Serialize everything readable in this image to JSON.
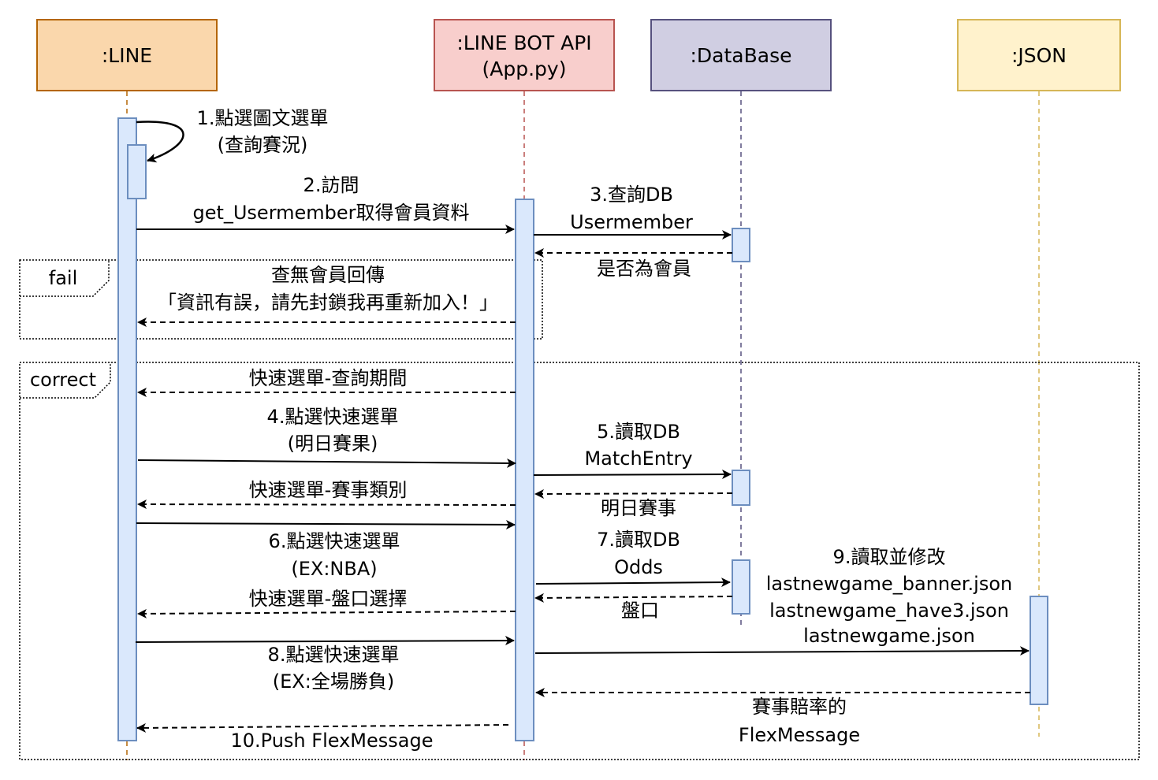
{
  "participants": [
    {
      "id": "line",
      "name": ":LINE",
      "fill": "#fad7ac",
      "stroke": "#b46504"
    },
    {
      "id": "api",
      "name": ":LINE BOT API",
      "name2": "(App.py)",
      "fill": "#f8cecc",
      "stroke": "#b85450"
    },
    {
      "id": "db",
      "name": ":DataBase",
      "fill": "#d0cee2",
      "stroke": "#56517e"
    },
    {
      "id": "json",
      "name": ":JSON",
      "fill": "#fff2cc",
      "stroke": "#d6b656"
    }
  ],
  "fragments": {
    "fail": "fail",
    "correct": "correct"
  },
  "messages": {
    "m1": [
      "1.點選圖文選單",
      "(查詢賽況)"
    ],
    "m2": [
      "2.訪問",
      "get_Usermember取得會員資料"
    ],
    "m3": [
      "3.查詢DB",
      "Usermember"
    ],
    "m3r": "是否為會員",
    "mfail": [
      "查無會員回傳",
      "「資訊有誤，請先封鎖我再重新加入！」"
    ],
    "mq1": "快速選單-查詢期間",
    "m4": [
      "4.點選快速選單",
      "(明日賽果)"
    ],
    "m5": [
      "5.讀取DB",
      "MatchEntry"
    ],
    "mq2": "快速選單-賽事類別",
    "m5r": "明日賽事",
    "m6": [
      "6.點選快速選單",
      "(EX:NBA)"
    ],
    "m7": [
      "7.讀取DB",
      "Odds"
    ],
    "m9": [
      "9.讀取並修改",
      "lastnewgame_banner.json",
      "lastnewgame_have3.json",
      "lastnewgame.json"
    ],
    "mq3": "快速選單-盤口選擇",
    "m7r": "盤口",
    "m8": [
      "8.點選快速選單",
      "(EX:全場勝負)"
    ],
    "m9r": [
      "賽事賠率的",
      "FlexMessage"
    ],
    "m10": "10.Push FlexMessage"
  },
  "colors": {
    "activation_fill": "#dae8fc",
    "activation_stroke": "#6c8ebf"
  }
}
